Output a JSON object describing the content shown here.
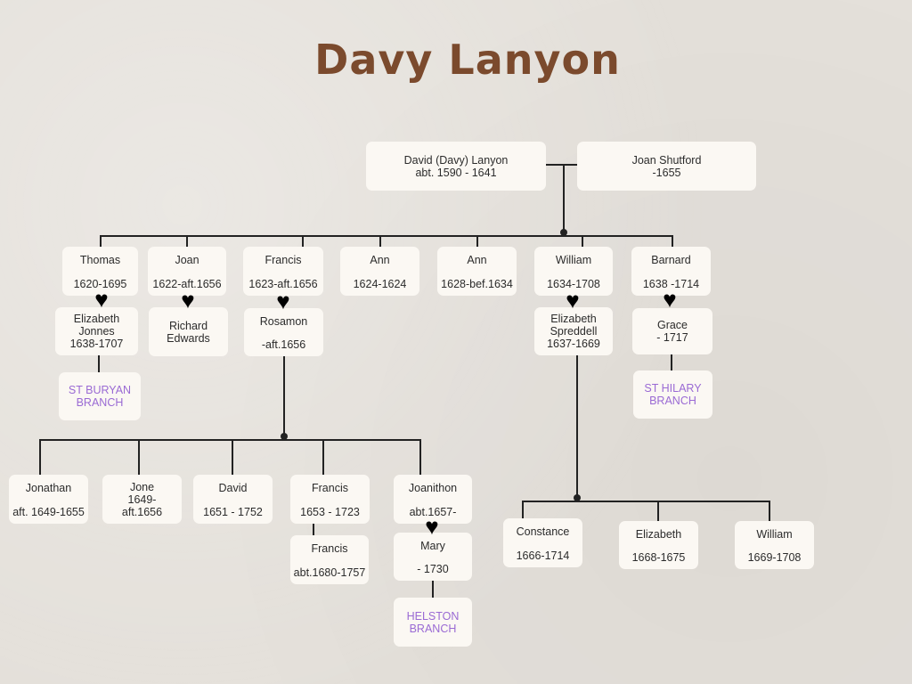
{
  "title": "Davy Lanyon",
  "parents": {
    "father": {
      "name": "David (Davy) Lanyon",
      "dates": "abt. 1590 - 1641"
    },
    "mother": {
      "name": "Joan Shutford",
      "dates": "-1655"
    }
  },
  "children": [
    {
      "name": "Thomas",
      "dates": "1620-1695",
      "spouse": {
        "name1": "Elizabeth",
        "name2": "Jonnes",
        "dates": "1638-1707"
      },
      "branch": {
        "line1": "ST BURYAN",
        "line2": "BRANCH"
      }
    },
    {
      "name": "Joan",
      "dates": "1622-aft.1656",
      "spouse": {
        "name1": "Richard",
        "name2": "Edwards"
      }
    },
    {
      "name": "Francis",
      "dates": "1623-aft.1656",
      "spouse": {
        "name": "Rosamon",
        "dates": "-aft.1656"
      }
    },
    {
      "name": "Ann",
      "dates": "1624-1624"
    },
    {
      "name": "Ann",
      "dates": "1628-bef.1634"
    },
    {
      "name": "William",
      "dates": "1634-1708",
      "spouse": {
        "name1": "Elizabeth",
        "name2": "Spreddell",
        "dates": "1637-1669"
      }
    },
    {
      "name": "Barnard",
      "dates": "1638 -1714",
      "spouse": {
        "name": "Grace",
        "dates": "- 1717"
      },
      "branch": {
        "line1": "ST HILARY",
        "line2": "BRANCH"
      }
    }
  ],
  "francis_children": [
    {
      "name": "Jonathan",
      "dates": "aft. 1649-1655"
    },
    {
      "name": "Jone",
      "dates1": "1649-",
      "dates2": "aft.1656"
    },
    {
      "name": "David",
      "dates": "1651 - 1752"
    },
    {
      "name": "Francis",
      "dates": "1653 - 1723",
      "child": {
        "name": "Francis",
        "dates": "abt.1680-1757"
      }
    },
    {
      "name": "Joanithon",
      "dates": "abt.1657-",
      "spouse": {
        "name": "Mary",
        "dates": "- 1730"
      },
      "branch": {
        "line1": "HELSTON",
        "line2": "BRANCH"
      }
    }
  ],
  "william_children": [
    {
      "name": "Constance",
      "dates": "1666-1714"
    },
    {
      "name": "Elizabeth",
      "dates": "1668-1675"
    },
    {
      "name": "William",
      "dates": "1669-1708"
    }
  ],
  "colors": {
    "title": "#7b4a2d",
    "branch": "#9a6ad4",
    "box": "#fbf8f3",
    "background": "#e4e0da"
  }
}
